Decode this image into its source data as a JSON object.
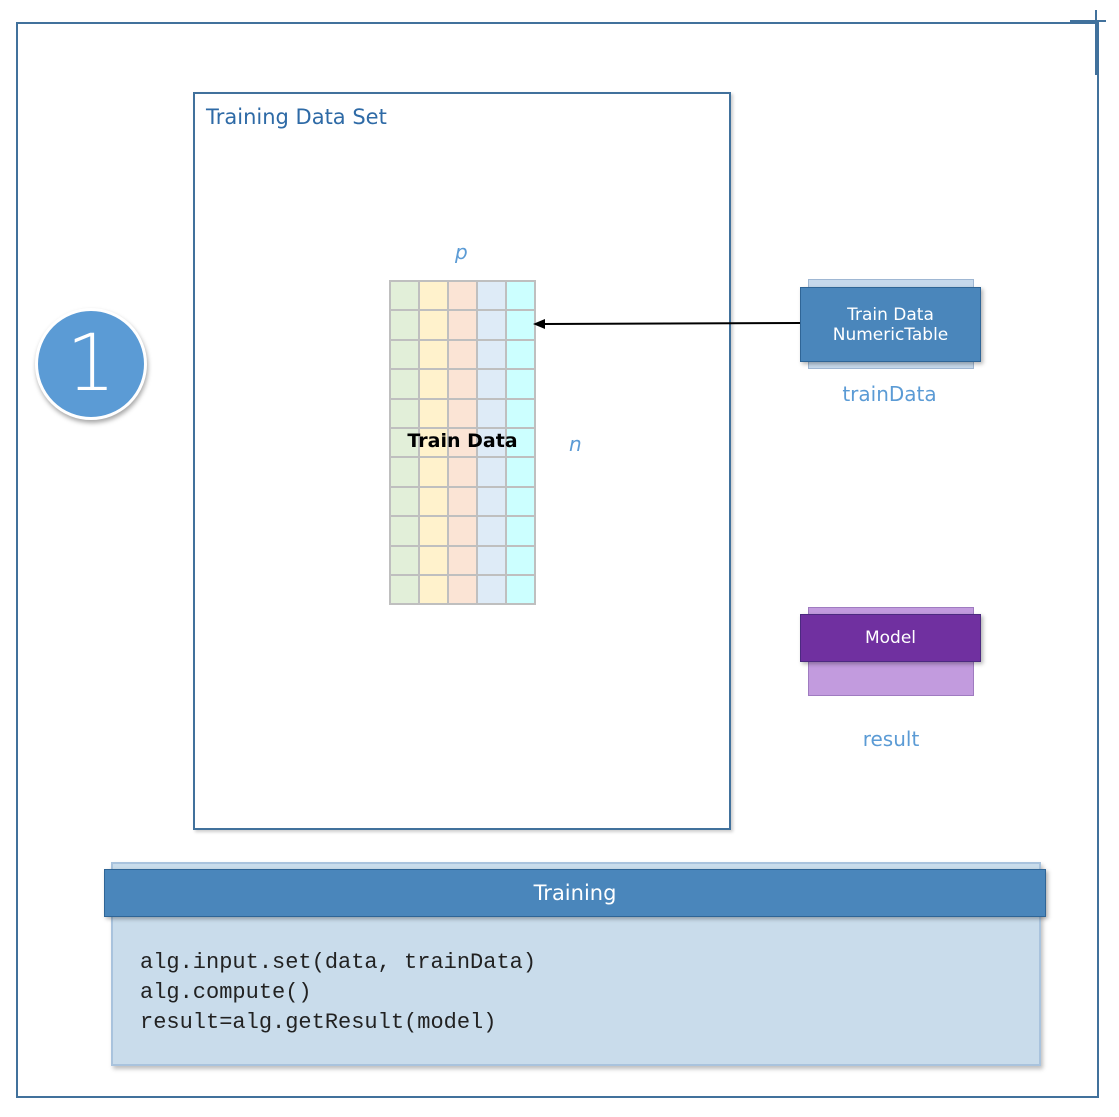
{
  "step_number": "1",
  "dataset": {
    "title": "Training Data Set",
    "p_label": "p",
    "n_label": "n",
    "grid_label": "Train Data",
    "column_colors": [
      "#e2efd9",
      "#fff2cc",
      "#fbe4d5",
      "#deebf7",
      "#ccffff"
    ],
    "rows": 11
  },
  "input_box": {
    "line1": "Train Data",
    "line2": "NumericTable",
    "name": "trainData",
    "color": "#4a86bb"
  },
  "output_box": {
    "label": "Model",
    "name": "result",
    "color": "#7030a0"
  },
  "training": {
    "title": "Training",
    "code": [
      "alg.input.set(data, trainData)",
      "alg.compute()",
      "result=alg.getResult(model)"
    ]
  }
}
